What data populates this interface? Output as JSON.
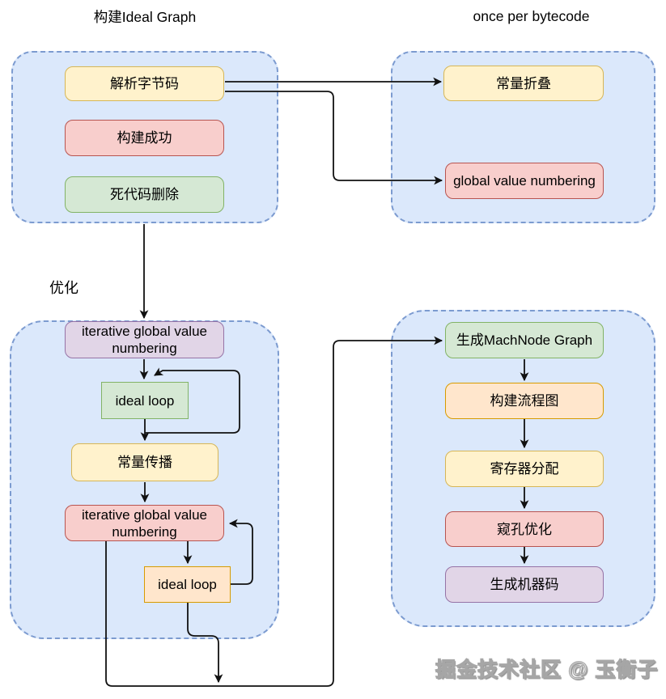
{
  "titles": {
    "build_ideal_graph": "构建Ideal Graph",
    "once_per_bytecode": "once per bytecode",
    "optimize": "优化"
  },
  "watermark": "掘金技术社区 @ 玉衡子",
  "colors": {
    "group_fill": "#dbe8fb",
    "group_border": "#7c9bd0",
    "yellow_fill": "#fff2cc",
    "yellow_border": "#d6b656",
    "red_fill": "#f8cecc",
    "red_border": "#b85450",
    "green_fill": "#d5e8d4",
    "green_border": "#82b366",
    "purple_fill": "#e1d5e7",
    "purple_border": "#9673a6",
    "orange_fill": "#ffe6cc",
    "orange_border": "#d79b00",
    "arrow": "#111111"
  },
  "groups": {
    "build_ideal_graph": {
      "nodes": [
        {
          "id": "parse-bytecode",
          "label": "解析字节码",
          "style": "yellow"
        },
        {
          "id": "build-success",
          "label": "构建成功",
          "style": "red"
        },
        {
          "id": "dead-code-elimination",
          "label": "死代码删除",
          "style": "green"
        }
      ]
    },
    "once_per_bytecode": {
      "nodes": [
        {
          "id": "constant-folding",
          "label": "常量折叠",
          "style": "yellow"
        },
        {
          "id": "global-value-numbering",
          "label": "global value numbering",
          "style": "red"
        }
      ]
    },
    "optimize": {
      "nodes": [
        {
          "id": "iterative-gvn-1",
          "label": "iterative global value numbering",
          "style": "purple"
        },
        {
          "id": "ideal-loop-1",
          "label": "ideal loop",
          "style": "green-rect"
        },
        {
          "id": "constant-propagation",
          "label": "常量传播",
          "style": "yellow"
        },
        {
          "id": "iterative-gvn-2",
          "label": "iterative global value numbering",
          "style": "red"
        },
        {
          "id": "ideal-loop-2",
          "label": "ideal loop",
          "style": "orange-rect"
        }
      ]
    },
    "codegen": {
      "nodes": [
        {
          "id": "machnode-graph",
          "label": "生成MachNode Graph",
          "style": "green"
        },
        {
          "id": "build-cfg",
          "label": "构建流程图",
          "style": "orange"
        },
        {
          "id": "register-allocation",
          "label": "寄存器分配",
          "style": "yellow"
        },
        {
          "id": "peephole-optimization",
          "label": "窥孔优化",
          "style": "red"
        },
        {
          "id": "machine-code",
          "label": "生成机器码",
          "style": "purple"
        }
      ]
    }
  },
  "edges": [
    {
      "from": "parse-bytecode",
      "to": "constant-folding"
    },
    {
      "from": "parse-bytecode",
      "to": "global-value-numbering"
    },
    {
      "from": "build-ideal-graph-group",
      "to": "iterative-gvn-1"
    },
    {
      "from": "iterative-gvn-1",
      "to": "ideal-loop-1"
    },
    {
      "from": "ideal-loop-1",
      "to": "ideal-loop-1",
      "note": "loop back"
    },
    {
      "from": "ideal-loop-1",
      "to": "constant-propagation"
    },
    {
      "from": "constant-propagation",
      "to": "iterative-gvn-2"
    },
    {
      "from": "iterative-gvn-2",
      "to": "ideal-loop-2"
    },
    {
      "from": "ideal-loop-2",
      "to": "iterative-gvn-2",
      "note": "loop back"
    },
    {
      "from": "iterative-gvn-2",
      "to": "machnode-graph"
    },
    {
      "from": "ideal-loop-2",
      "to": "machnode-graph",
      "note": "merges into line"
    },
    {
      "from": "machnode-graph",
      "to": "build-cfg"
    },
    {
      "from": "build-cfg",
      "to": "register-allocation"
    },
    {
      "from": "register-allocation",
      "to": "peephole-optimization"
    },
    {
      "from": "peephole-optimization",
      "to": "machine-code"
    }
  ]
}
